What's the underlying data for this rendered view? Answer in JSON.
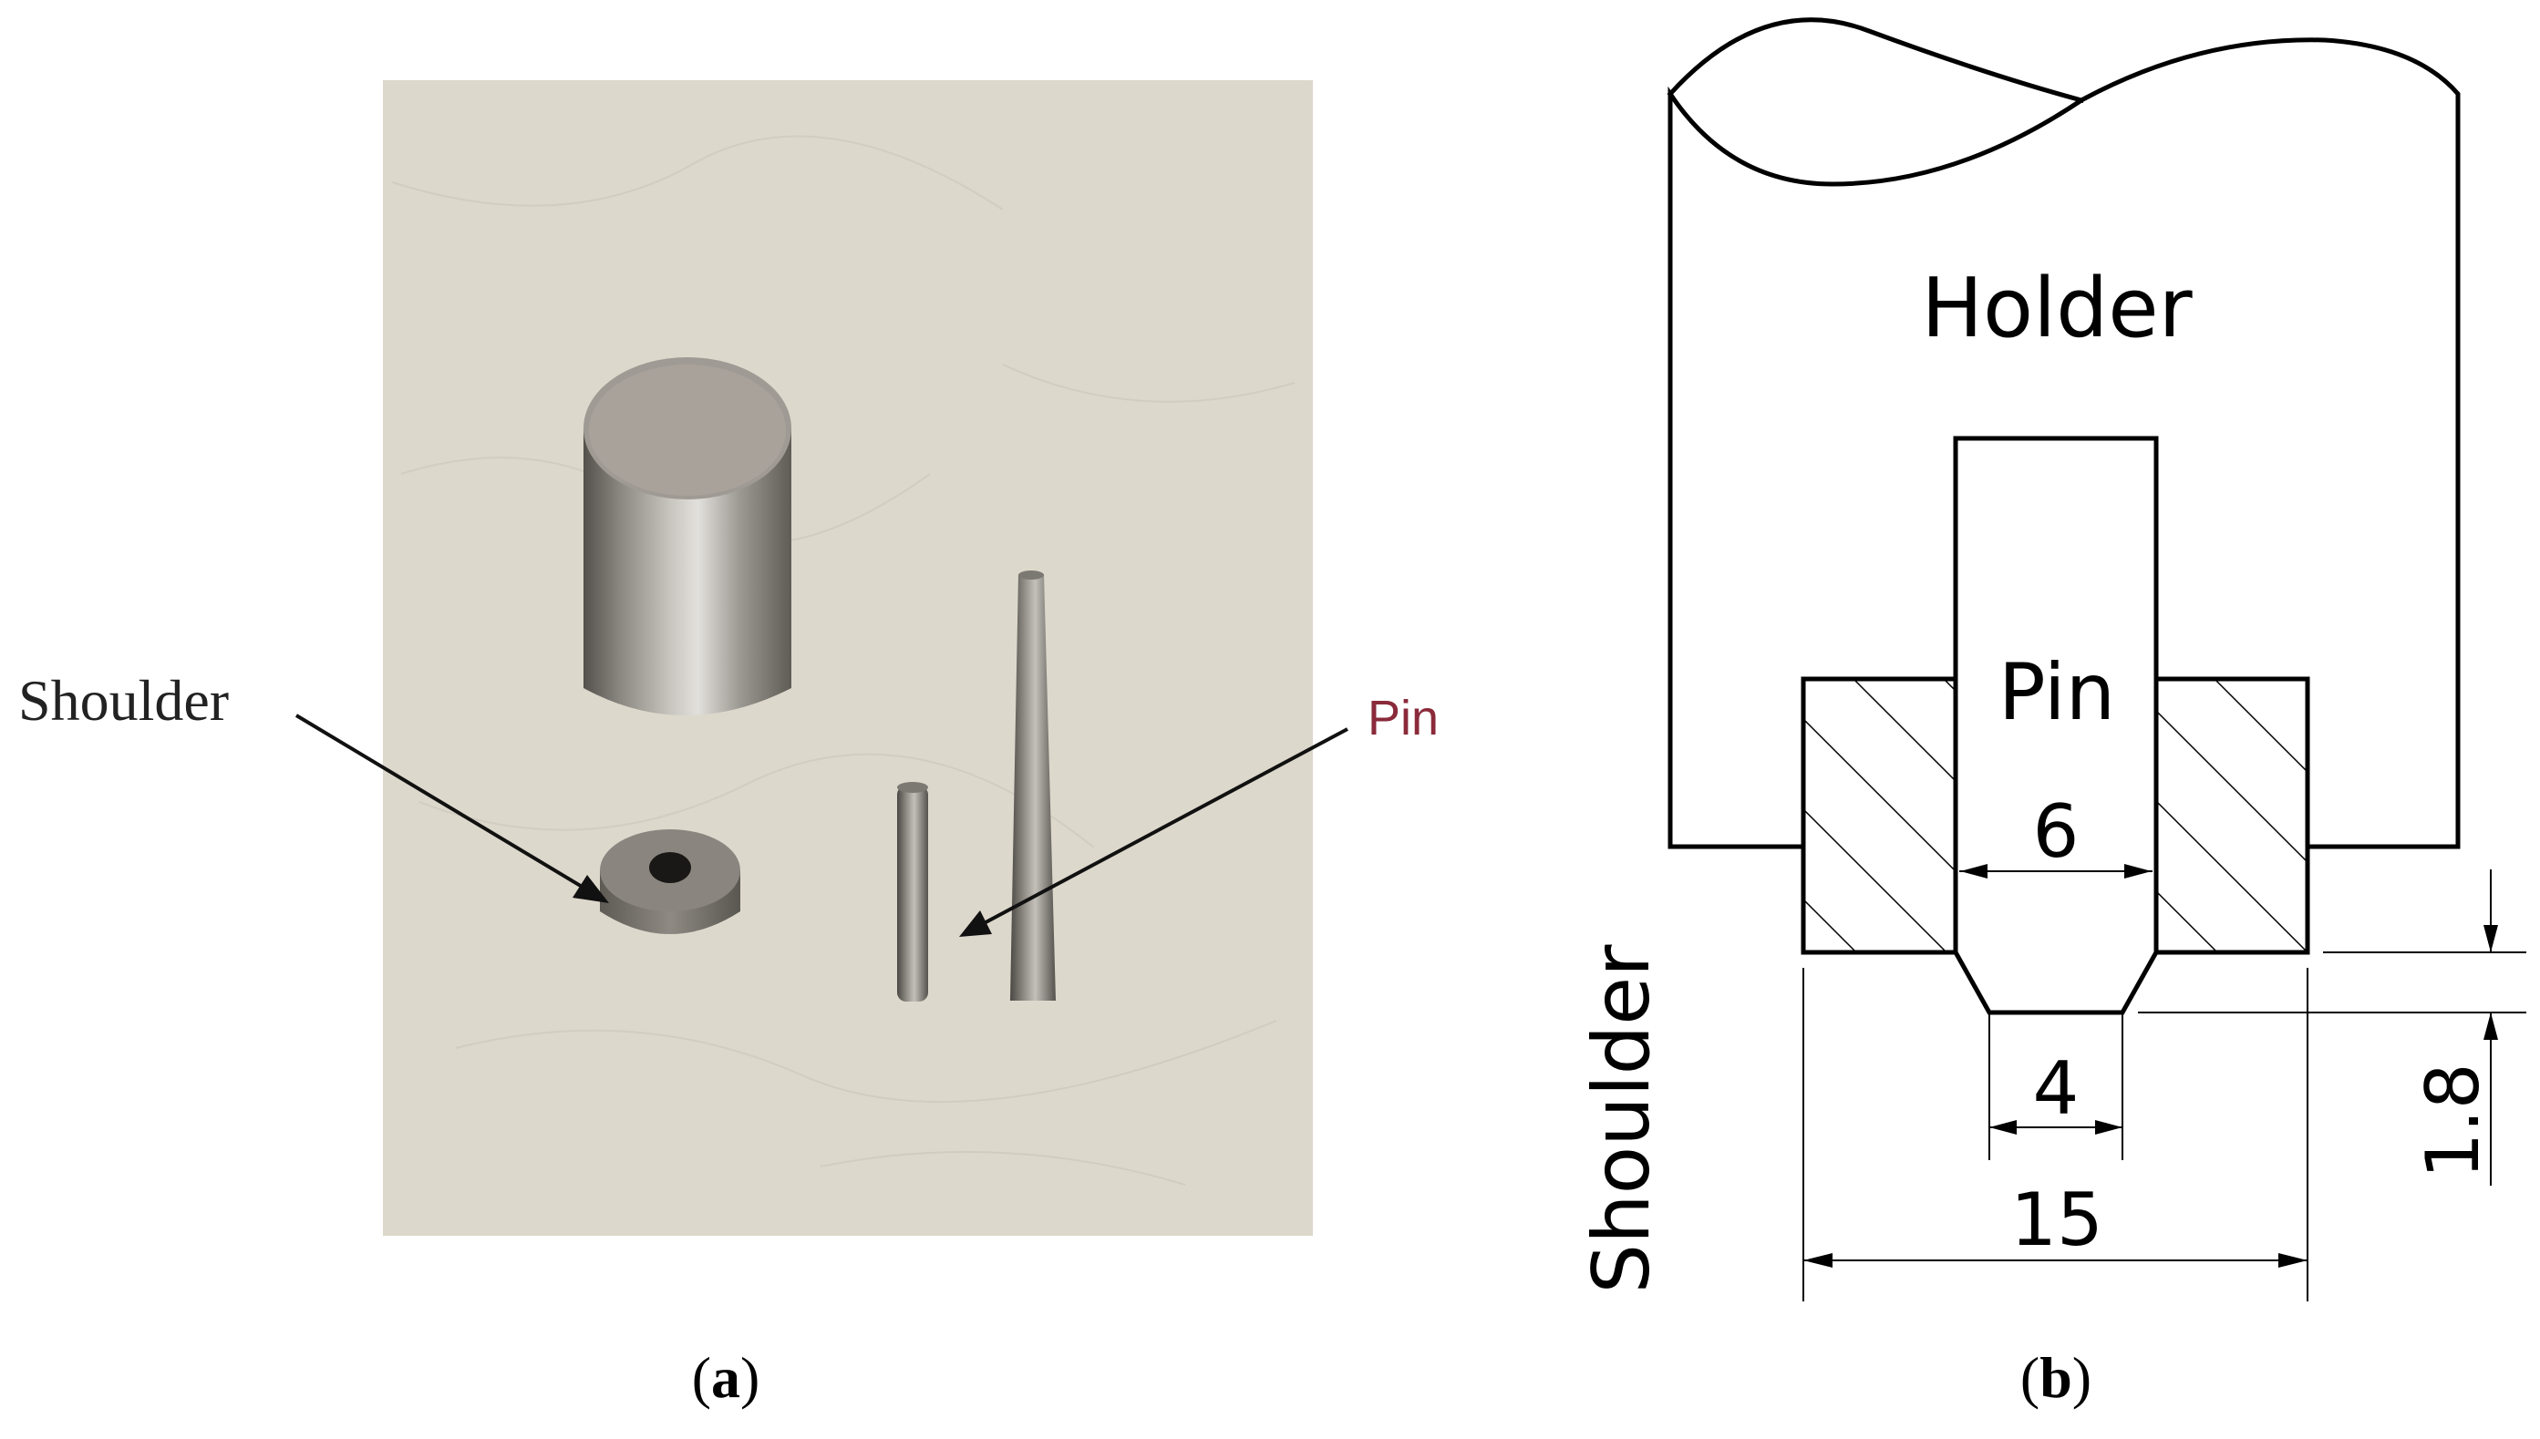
{
  "panel_a": {
    "label": "a",
    "callouts": {
      "shoulder": "Shoulder",
      "pin": "Pin"
    }
  },
  "panel_b": {
    "label": "b",
    "holder_label": "Holder",
    "pin_label": "Pin",
    "shoulder_label": "Shoulder",
    "dimensions": {
      "pin_diameter": "6",
      "pin_tip_diameter": "4",
      "shoulder_diameter": "15",
      "pin_length": "1.8"
    }
  },
  "colors": {
    "photo_background": "#ddd8cc",
    "metal": "#7d7870",
    "line": "#000000"
  }
}
